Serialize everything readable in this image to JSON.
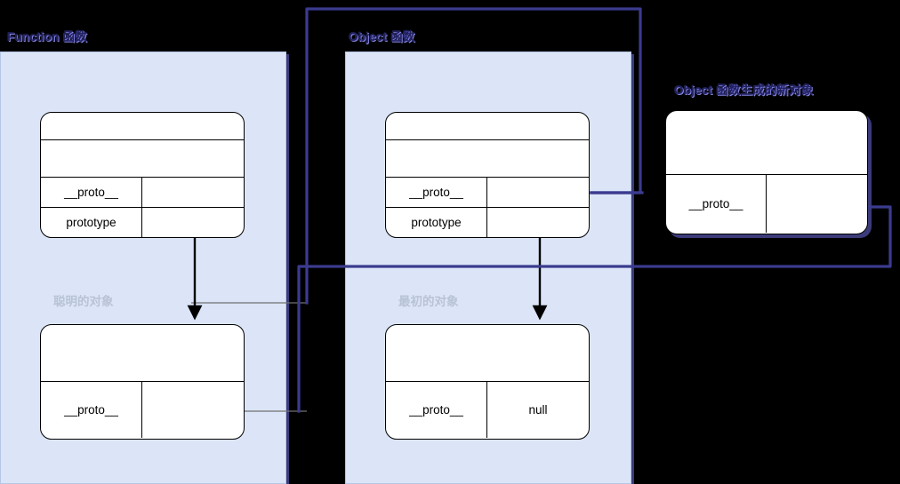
{
  "diagram": {
    "title_function_group": "Function 函数",
    "title_object_group": "Object 函数",
    "title_new_object_group": "Object 函数生成的新对象",
    "caption_smart_object": "聪明的对象",
    "caption_initial_object": "最初的对象",
    "colors": {
      "panel_fill": "#dbe5f7",
      "panel_border": "#b6c6e6",
      "panel_shadow": "#3b3b7a",
      "title_text": "#21215e",
      "caption_text": "#b9c3d6",
      "box_fill": "#ffffff",
      "box_border": "#000000",
      "wire_blue": "#3b3b8f",
      "wire_gray": "#6f6f6f",
      "wire_black": "#000000",
      "background": "#000000"
    }
  },
  "boxes": {
    "function_ctor": {
      "name": "function-constructor-box",
      "rows": [
        {
          "type": "full",
          "text": ""
        },
        {
          "type": "full",
          "text": ""
        },
        {
          "type": "split",
          "key": "__proto__",
          "value": ""
        },
        {
          "type": "split",
          "key": "prototype",
          "value": ""
        }
      ]
    },
    "function_prototype": {
      "name": "function-prototype-box",
      "rows": [
        {
          "type": "full",
          "text": ""
        },
        {
          "type": "split",
          "key": "__proto__",
          "value": ""
        }
      ]
    },
    "object_ctor": {
      "name": "object-constructor-box",
      "rows": [
        {
          "type": "full",
          "text": ""
        },
        {
          "type": "full",
          "text": ""
        },
        {
          "type": "split",
          "key": "__proto__",
          "value": ""
        },
        {
          "type": "split",
          "key": "prototype",
          "value": ""
        }
      ]
    },
    "object_prototype": {
      "name": "object-prototype-box",
      "rows": [
        {
          "type": "full",
          "text": ""
        },
        {
          "type": "split",
          "key": "__proto__",
          "value": "null"
        }
      ]
    },
    "new_object": {
      "name": "new-object-instance-box",
      "rows": [
        {
          "type": "full",
          "text": ""
        },
        {
          "type": "split",
          "key": "__proto__",
          "value": ""
        }
      ]
    }
  }
}
